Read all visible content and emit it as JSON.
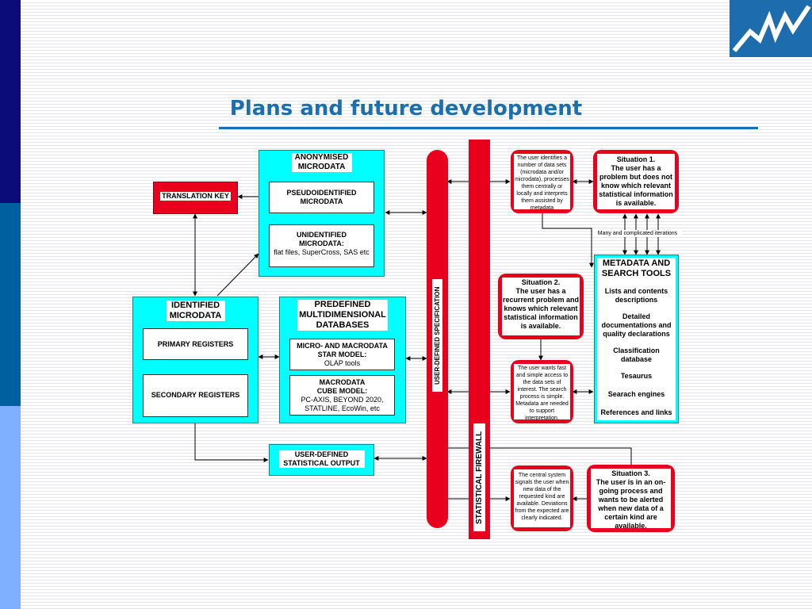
{
  "title": "Plans and future development",
  "boxes": {
    "anonymised": "ANONYMISED MICRODATA",
    "pseudoidentified": "PSEUDOIDENTIFIED MICRODATA",
    "unidentified_title": "UNIDENTIFIED MICRODATA:",
    "unidentified_sub": "flat files, SuperCross, SAS etc",
    "translation_key": "TRANSLATION KEY",
    "identified": "IDENTIFIED MICRODATA",
    "primary_registers": "PRIMARY REGISTERS",
    "secondary_registers": "SECONDARY REGISTERS",
    "predefined": "PREDEFINED MULTIDIMENSIONAL DATABASES",
    "star_title": "MICRO- AND MACRODATA STAR MODEL:",
    "star_sub": "OLAP tools",
    "cube_title": "MACRODATA CUBE MODEL:",
    "cube_sub": "PC-AXIS, BEYOND 2020, STATLINE, EcoWin, etc",
    "user_output": "USER-DEFINED STATISTICAL OUTPUT",
    "user_spec": "USER-DEFINED SPECIFICATION",
    "firewall": "STATISTICAL FIREWALL"
  },
  "situations": {
    "s1_title": "Situation 1.",
    "s1_text": "The user has a problem but does not know which relevant statistical information is available.",
    "s1_detail": "The user identifies a number of data sets (microdata and/or microdata), processes them centrally or locally and interprets them assisted by metadata",
    "iterations": "Many and complicated iterations",
    "s2_title": "Situation 2.",
    "s2_text": "The user has a recurrent problem and knows which relevant statistical information is available.",
    "s2_detail": "The user wants fast and simple access to the data sets of interest. The search process is simple. Metadata are needed to support interpretation.",
    "s3_title": "Situation 3.",
    "s3_text": "The user is in an on-going process and wants to be alerted when new data of a certain kind are available.",
    "s3_detail": "The central system signals the user when new data of the requested kind are available. Deviations from the expected are clearly indicated."
  },
  "metadata_tools": {
    "title": "METADATA AND SEARCH TOOLS",
    "items": [
      "Lists and contents descriptions",
      "Detailed documentations and quality declarations",
      "Classification database",
      "Tesaurus",
      "Searach engines",
      "References and links"
    ]
  },
  "colors": {
    "accent": "#1b6fae",
    "cyan": "#00ffff",
    "red": "#e8001c",
    "band_dark": "#0b0b7a",
    "band_mid": "#005f9e",
    "band_light": "#7fb0ff"
  }
}
